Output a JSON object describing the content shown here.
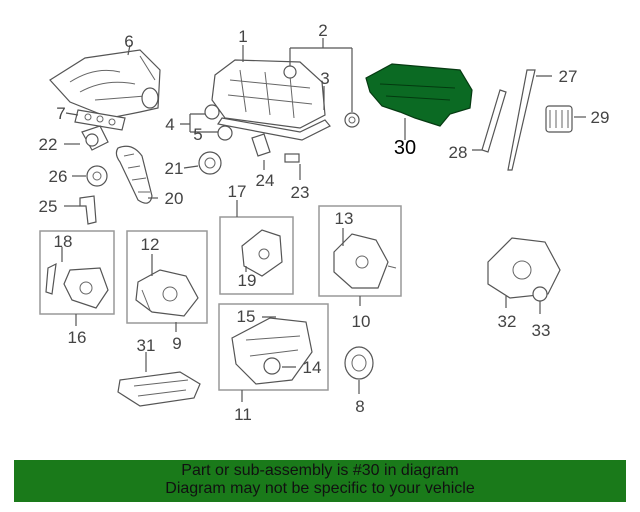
{
  "diagram": {
    "callouts": {
      "c1": "1",
      "c2": "2",
      "c3": "3",
      "c4": "4",
      "c5": "5",
      "c6": "6",
      "c7": "7",
      "c8": "8",
      "c9": "9",
      "c10": "10",
      "c11": "11",
      "c12": "12",
      "c13": "13",
      "c14": "14",
      "c15": "15",
      "c16": "16",
      "c17": "17",
      "c18": "18",
      "c19": "19",
      "c20": "20",
      "c21": "21",
      "c22": "22",
      "c23": "23",
      "c24": "24",
      "c25": "25",
      "c26": "26",
      "c27": "27",
      "c28": "28",
      "c29": "29",
      "c30": "30",
      "c31": "31",
      "c32": "32",
      "c33": "33"
    },
    "highlighted_part": "30",
    "highlight_color": "#0b6a23"
  },
  "banner": {
    "line1": "Part or sub-assembly is #30 in diagram",
    "line2": "Diagram may not be specific to your vehicle",
    "background_color": "#1a7a1a"
  }
}
